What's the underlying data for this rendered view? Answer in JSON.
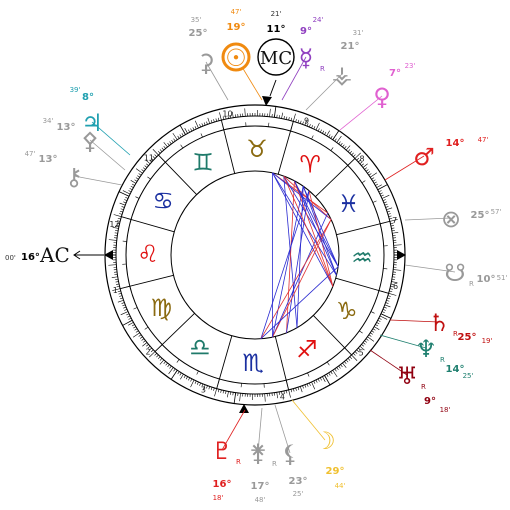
{
  "colors": {
    "ring": "#000000",
    "fire": "#e01010",
    "earth": "#8a6a10",
    "air": "#1f7a6a",
    "water": "#1a2fa0",
    "aspect_hard": "#e03030",
    "aspect_soft": "#2a2ad0"
  },
  "angles": {
    "asc": {
      "label": "AC",
      "deg": "16°",
      "min": "00'"
    },
    "mc": {
      "label": "MC",
      "deg": "11°",
      "min": "21'"
    }
  },
  "house_numbers": [
    "1",
    "2",
    "3",
    "4",
    "5",
    "6",
    "7",
    "8",
    "9",
    "10",
    "11",
    "12"
  ],
  "signs": [
    {
      "name": "Aries",
      "glyph": "♈"
    },
    {
      "name": "Taurus",
      "glyph": "♉"
    },
    {
      "name": "Gemini",
      "glyph": "♊"
    },
    {
      "name": "Cancer",
      "glyph": "♋"
    },
    {
      "name": "Leo",
      "glyph": "♌"
    },
    {
      "name": "Virgo",
      "glyph": "♍"
    },
    {
      "name": "Libra",
      "glyph": "♎"
    },
    {
      "name": "Scorpio",
      "glyph": "♏"
    },
    {
      "name": "Sagittarius",
      "glyph": "♐"
    },
    {
      "name": "Capricorn",
      "glyph": "♑"
    },
    {
      "name": "Aquarius",
      "glyph": "♒"
    },
    {
      "name": "Pisces",
      "glyph": "♓"
    }
  ],
  "planets": [
    {
      "name": "sun",
      "icon": "sun-icon",
      "glyph": "☉",
      "deg": "19°",
      "min": "47'",
      "color": "#f08a10"
    },
    {
      "name": "mercury",
      "icon": "mercury-icon",
      "glyph": "☿",
      "deg": "9°",
      "min": "24'",
      "color": "#9040c0",
      "retro": "R"
    },
    {
      "name": "ceres",
      "icon": "ceres-icon",
      "glyph": "⚳",
      "deg": "25°",
      "min": "35'",
      "color": "#999999"
    },
    {
      "name": "vesta",
      "icon": "vesta-icon",
      "glyph": "⚶",
      "deg": "21°",
      "min": "31'",
      "color": "#999999"
    },
    {
      "name": "venus",
      "icon": "venus-icon",
      "glyph": "♀",
      "deg": "7°",
      "min": "23'",
      "color": "#e060d0"
    },
    {
      "name": "mars",
      "icon": "mars-icon",
      "glyph": "♂",
      "deg": "14°",
      "min": "47'",
      "color": "#e02020"
    },
    {
      "name": "part-of-fortune",
      "icon": "fortune-icon",
      "glyph": "⊗",
      "deg": "25°",
      "min": "57'",
      "color": "#999999"
    },
    {
      "name": "south-node",
      "icon": "node-icon",
      "glyph": "☋",
      "deg": "10°",
      "min": "51'",
      "color": "#999999",
      "retro": "R"
    },
    {
      "name": "saturn",
      "icon": "saturn-icon",
      "glyph": "♄",
      "deg": "25°",
      "min": "19'",
      "color": "#c01010",
      "retro": "R"
    },
    {
      "name": "neptune",
      "icon": "neptune-icon",
      "glyph": "♆",
      "deg": "14°",
      "min": "25'",
      "color": "#208070",
      "retro": "R"
    },
    {
      "name": "uranus",
      "icon": "uranus-icon",
      "glyph": "♅",
      "deg": "9°",
      "min": "18'",
      "color": "#900010",
      "retro": "R"
    },
    {
      "name": "moon",
      "icon": "moon-icon",
      "glyph": "☽",
      "deg": "29°",
      "min": "44'",
      "color": "#f0c030"
    },
    {
      "name": "lilith",
      "icon": "lilith-icon",
      "glyph": "⚸",
      "deg": "23°",
      "min": "25'",
      "color": "#999999"
    },
    {
      "name": "juno",
      "icon": "juno-icon",
      "glyph": "⚵",
      "deg": "17°",
      "min": "48'",
      "color": "#999999",
      "retro": "R"
    },
    {
      "name": "pluto",
      "icon": "pluto-icon",
      "glyph": "♇",
      "deg": "16°",
      "min": "18'",
      "color": "#e02020",
      "retro": "R"
    },
    {
      "name": "jupiter",
      "icon": "jupiter-icon",
      "glyph": "♃",
      "deg": "8°",
      "min": "39'",
      "color": "#20a0b0"
    },
    {
      "name": "pallas",
      "icon": "pallas-icon",
      "glyph": "⚴",
      "deg": "13°",
      "min": "34'",
      "color": "#999999"
    },
    {
      "name": "chiron",
      "icon": "chiron-icon",
      "glyph": "⚷",
      "deg": "13°",
      "min": "47'",
      "color": "#999999"
    }
  ]
}
